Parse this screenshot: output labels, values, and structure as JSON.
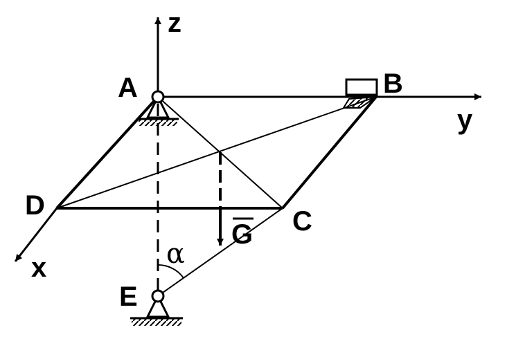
{
  "diagram": {
    "labels": {
      "z": "z",
      "y": "y",
      "x": "x",
      "A": "A",
      "B": "B",
      "C": "C",
      "D": "D",
      "E": "E",
      "G": "G",
      "alpha": "α"
    },
    "colors": {
      "ink": "#000000",
      "background": "#ffffff"
    }
  }
}
